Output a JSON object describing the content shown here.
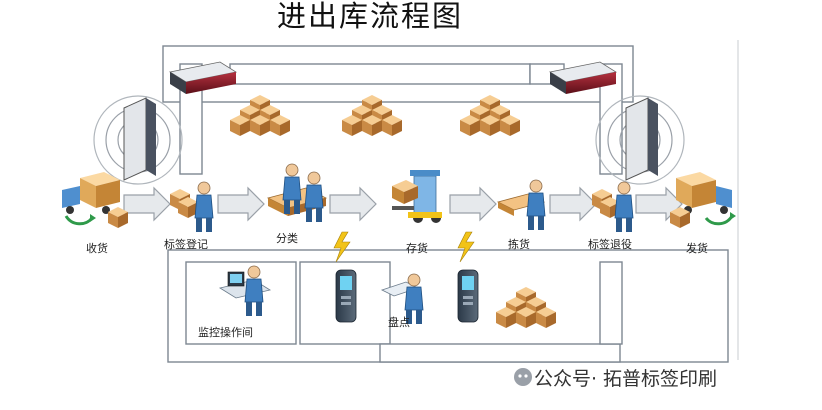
{
  "title": "进出库流程图",
  "nodes": {
    "receive": "收货",
    "tag_register": "标签登记",
    "sort": "分类",
    "storage": "存货",
    "pick": "拣货",
    "tag_verify": "标签退役",
    "ship": "发货",
    "control_room": "监控操作间",
    "inventory": "盘点"
  },
  "watermark": {
    "channel": "公众号·",
    "brand": "拓普标签印刷"
  },
  "colors": {
    "arrow": "#e6e9ec",
    "arrow_stroke": "#9aa0a8",
    "track": "#ffffff",
    "track_stroke": "#7d8792",
    "box_orange": "#d89c52",
    "worker_blue": "#3f7fc0",
    "lightning": "#f2c318"
  }
}
